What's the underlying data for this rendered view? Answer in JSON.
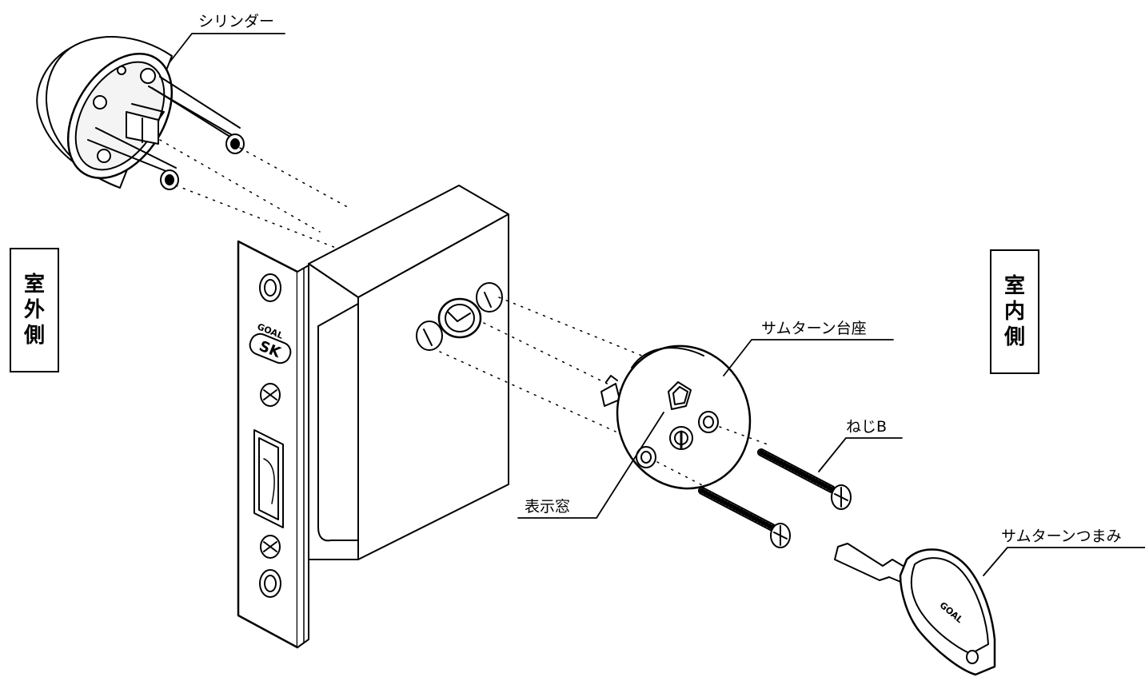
{
  "labels": {
    "cylinder": "シリンダー",
    "thumbturn_base": "サムターン台座",
    "screw_b": "ねじB",
    "indicator_window": "表示窓",
    "thumbturn_knob": "サムターンつまみ"
  },
  "sides": {
    "outside": [
      "室",
      "外",
      "側"
    ],
    "inside": [
      "室",
      "内",
      "側"
    ]
  },
  "brand": {
    "goal": "GOAL",
    "sk": "SK"
  }
}
